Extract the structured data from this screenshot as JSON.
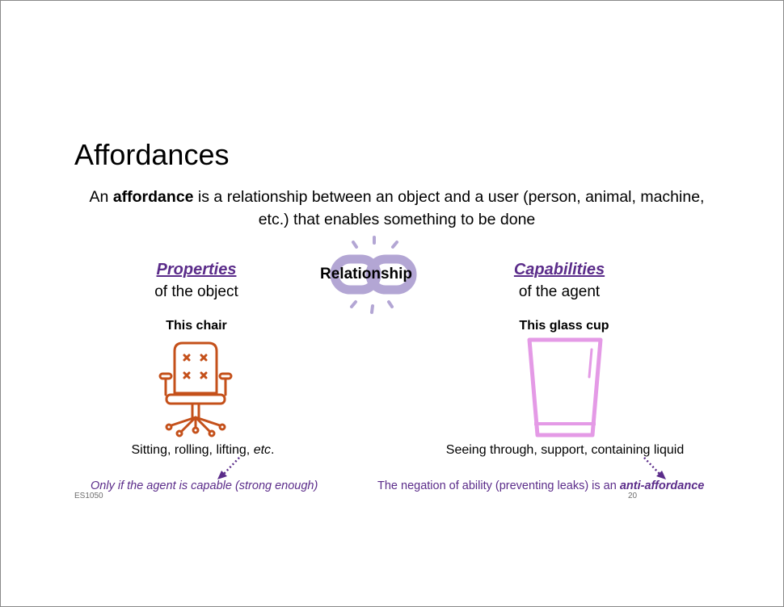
{
  "slide": {
    "title": "Affordances",
    "definition": {
      "prefix": "An ",
      "term": "affordance",
      "suffix": " is a relationship between an object and a user (person, animal, machine, etc.) that enables something to be done"
    },
    "relationship_label": "Relationship",
    "left": {
      "heading": "Properties",
      "subheading": "of the object",
      "example_label": "This chair",
      "example_icon": "office-chair-icon",
      "caption_prefix": "Sitting, rolling, lifting, ",
      "caption_italic": "etc",
      "caption_suffix": ".",
      "note": "Only if the agent is capable (strong enough)"
    },
    "right": {
      "heading": "Capabilities",
      "subheading": "of the agent",
      "example_label": "This glass cup",
      "example_icon": "glass-cup-icon",
      "caption": "Seeing through, support, containing liquid",
      "note_prefix": "The negation of ability (preventing leaks) is an ",
      "note_emphasis": "anti-affordance"
    },
    "footer": {
      "course": "ES1050",
      "page_number": "20"
    },
    "colors": {
      "accent_purple": "#5b2c8a",
      "chair_orange": "#c4501a",
      "cup_pink": "#e49ae6",
      "link_lavender": "#b3a6d4"
    }
  }
}
